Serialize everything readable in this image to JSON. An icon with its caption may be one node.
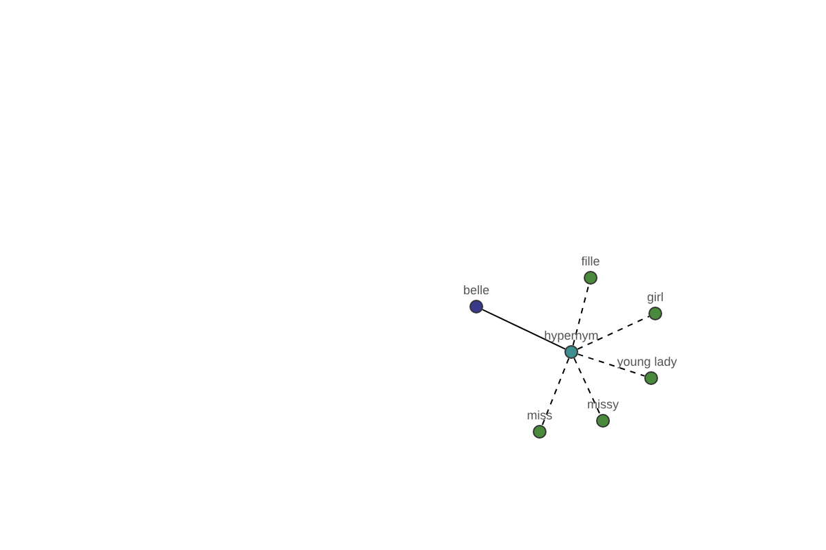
{
  "diagram": {
    "nodes": [
      {
        "text": [],
        "shape": "circle",
        "beside": [
          "fille"
        ]
      },
      {
        "text": [],
        "shape": "circle",
        "beside": [
          "belle"
        ]
      },
      {
        "text": [],
        "shape": "circle",
        "beside": [
          "girl"
        ]
      },
      {
        "text": [],
        "shape": "circle",
        "beside": [
          "hypernym"
        ]
      },
      {
        "text": [],
        "shape": "circle",
        "beside": [
          "young lady"
        ]
      },
      {
        "text": [],
        "shape": "circle",
        "beside": [
          "missy"
        ]
      },
      {
        "text": [],
        "shape": "circle",
        "beside": [
          "miss"
        ]
      }
    ],
    "edges": [
      {
        "from": 3,
        "to": 0,
        "arrow": "none",
        "style": "dashed"
      },
      {
        "from": 3,
        "to": 1,
        "arrow": "none"
      },
      {
        "from": 3,
        "to": 2,
        "arrow": "none",
        "style": "dashed"
      },
      {
        "from": 3,
        "to": 4,
        "arrow": "none",
        "style": "dashed"
      },
      {
        "from": 3,
        "to": 5,
        "arrow": "none",
        "style": "dashed"
      },
      {
        "from": 3,
        "to": 6,
        "arrow": "none",
        "style": "dashed"
      }
    ]
  }
}
